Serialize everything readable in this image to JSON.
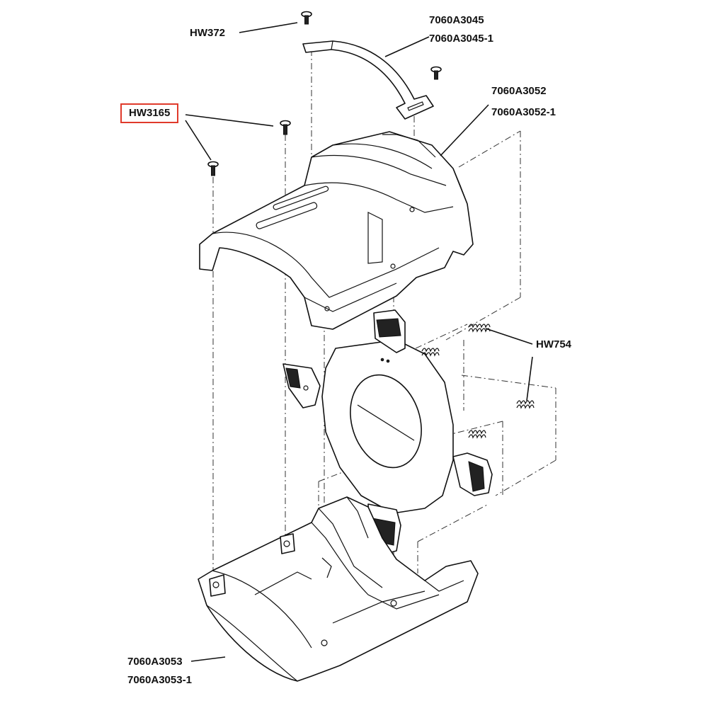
{
  "labels": {
    "hw372": "HW372",
    "strap": "7060A3045",
    "strap_alt": "7060A3045-1",
    "top_shell": "7060A3052",
    "top_shell_alt": "7060A3052-1",
    "screw_highlight": "HW3165",
    "spring": "HW754",
    "bottom_shell": "7060A3053",
    "bottom_shell_alt": "7060A3053-1"
  },
  "colors": {
    "highlight_box": "#e03a2b",
    "line_art": "#111111",
    "background": "#ffffff"
  }
}
